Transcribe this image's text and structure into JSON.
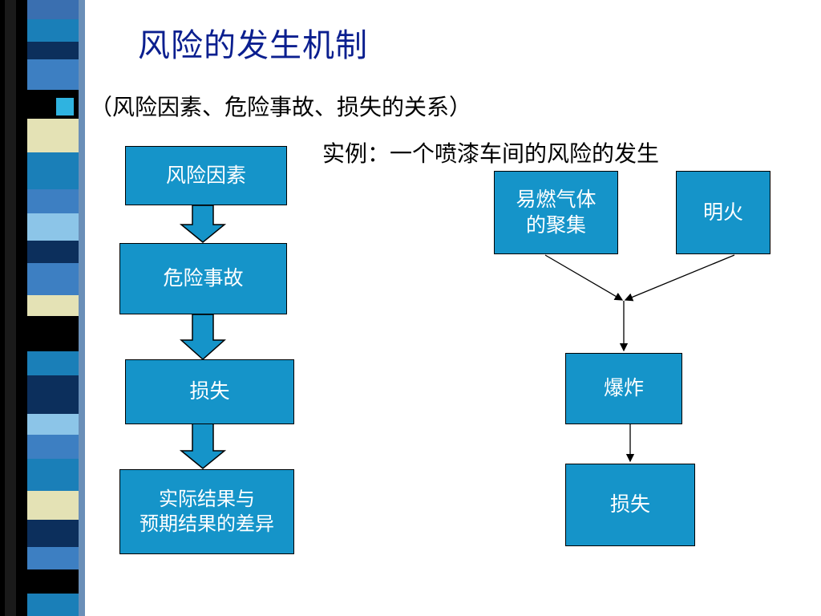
{
  "slide": {
    "title": "风险的发生机制",
    "subtitle": "（风险因素、危险事故、损失的关系）",
    "example": "实例：一个喷漆车间的风险的发生"
  },
  "left_chain": [
    "风险因素",
    "危险事故",
    "损失",
    "实际结果与\n预期结果的差异"
  ],
  "right_chain": {
    "flammable_gas": "易燃气体\n的聚集",
    "open_fire": "明火",
    "explosion": "爆炸",
    "loss": "损失"
  },
  "colors": {
    "title": "#0b1f8f",
    "box_fill": "#1594c9",
    "arrow_fill": "#1594c9",
    "strip_colors": [
      "#0c2f5c",
      "#3d7fc2",
      "#8cc5e8",
      "#e4e2b5",
      "#000000",
      "#1a7fb8"
    ]
  }
}
